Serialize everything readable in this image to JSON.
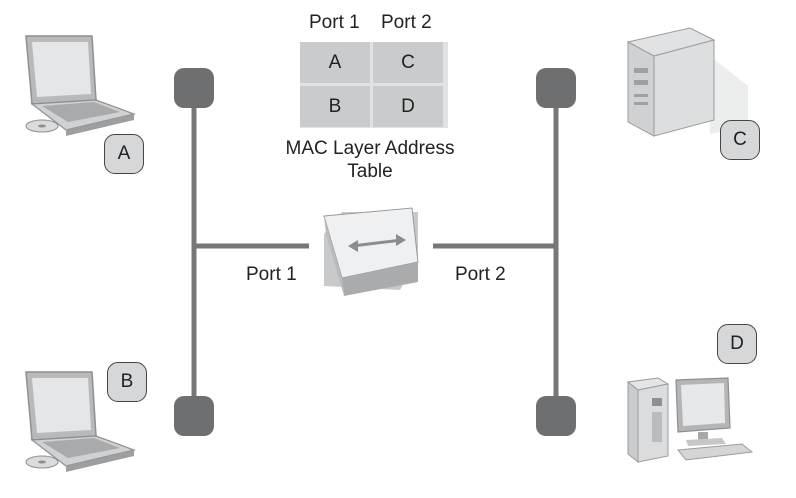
{
  "table": {
    "headers": [
      "Port 1",
      "Port 2"
    ],
    "rows": [
      [
        "A",
        "C"
      ],
      [
        "B",
        "D"
      ]
    ],
    "caption_line1": "MAC Layer Address",
    "caption_line2": "Table"
  },
  "ports": {
    "left": "Port 1",
    "right": "Port 2"
  },
  "devices": {
    "a": {
      "label": "A",
      "icon": "laptop-icon"
    },
    "b": {
      "label": "B",
      "icon": "laptop-icon"
    },
    "c": {
      "label": "C",
      "icon": "server-tower-icon"
    },
    "d": {
      "label": "D",
      "icon": "desktop-computer-icon"
    }
  },
  "center_icon": "bridge-switch-icon"
}
